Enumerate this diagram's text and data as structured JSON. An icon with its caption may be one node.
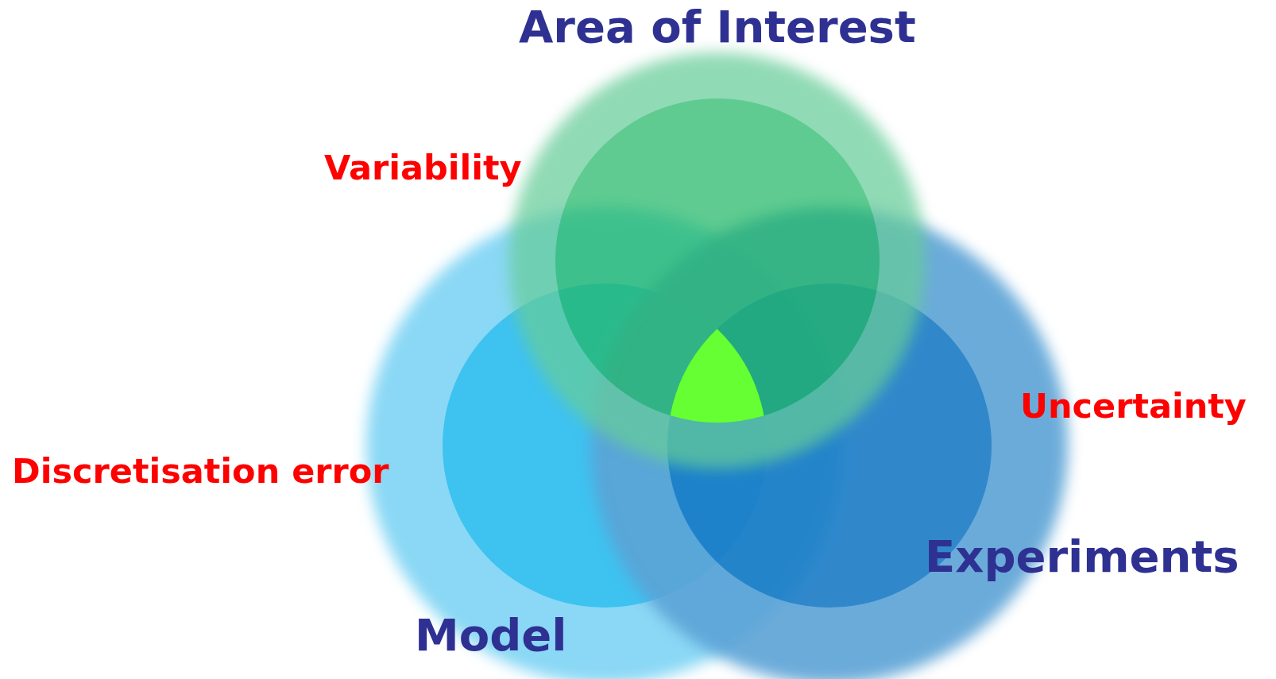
{
  "diagram": {
    "nodes": [
      {
        "text": [
          "Area of Interest"
        ]
      },
      {
        "text": [
          "Model"
        ]
      },
      {
        "text": [
          "Experiments"
        ]
      },
      {
        "text": [],
        "shape": "triangle"
      }
    ],
    "labels": [
      "Variability",
      "Uncertainty",
      "Discretisation error"
    ]
  }
}
